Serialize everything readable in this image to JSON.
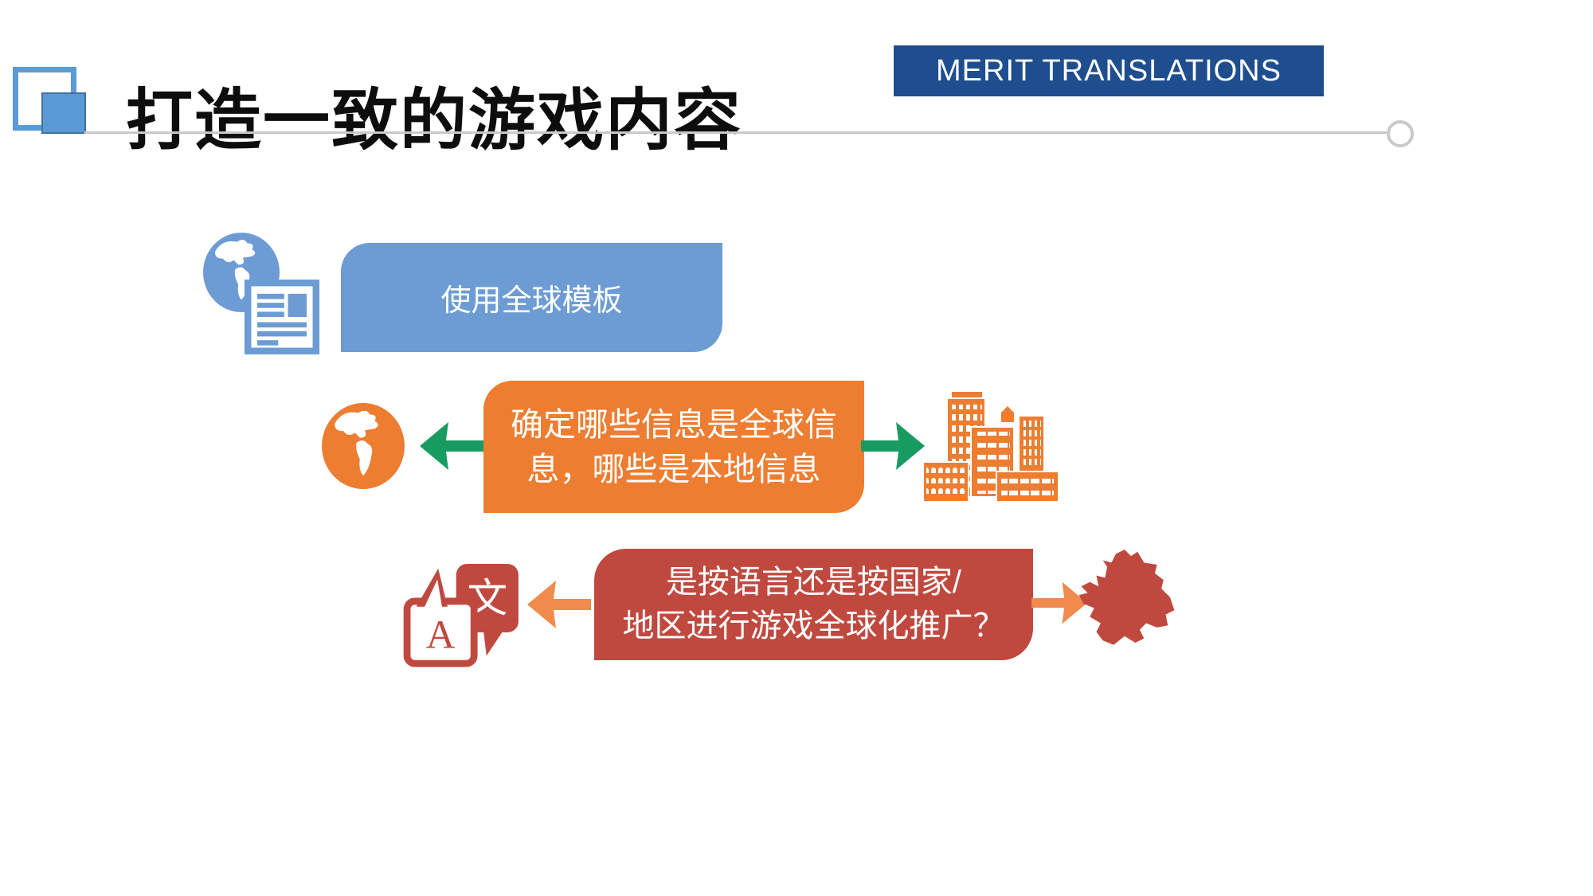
{
  "header": {
    "title": "打造一致的游戏内容",
    "badge": "MERIT TRANSLATIONS"
  },
  "steps": {
    "step1": {
      "label": "使用全球模板"
    },
    "step2": {
      "line1": "确定哪些信息是全球信",
      "line2": "息，哪些是本地信息"
    },
    "step3": {
      "line1": "是按语言还是按国家/",
      "line2": "地区进行游戏全球化推广？"
    }
  },
  "translate_icon": {
    "latin": "A",
    "cjk": "文"
  },
  "icons": {
    "logo": "overlapping-squares-icon",
    "step1_left": "globe-americas-document-icon",
    "step2_left": "globe-americas-icon",
    "step2_right": "city-buildings-icon",
    "step3_left": "translate-bubbles-icon",
    "step3_right": "france-map-icon"
  },
  "colors": {
    "accent_blue": "#6C9CD3",
    "logo_blue": "#5B9BD5",
    "logo_blue_dark": "#41719C",
    "badge_navy": "#1E4E8E",
    "orange": "#ED7D31",
    "brick_red": "#C0493F",
    "green": "#189B61",
    "arrow_orange": "#F08A4D",
    "rule_gray": "#C9C9C9",
    "title_black": "#0D0D0D",
    "white": "#FFFFFF"
  }
}
